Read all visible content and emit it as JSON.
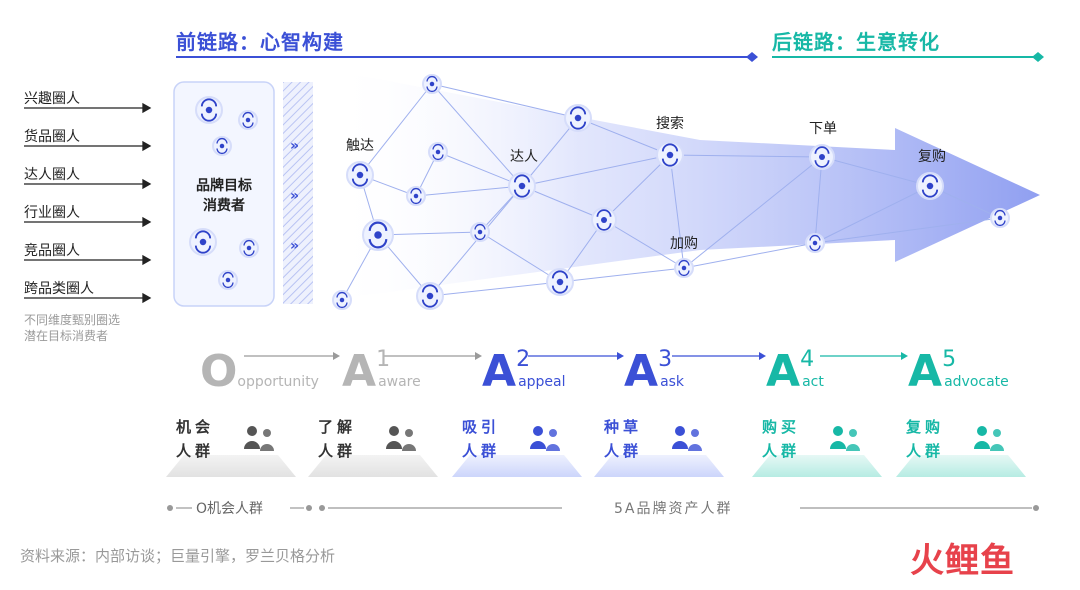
{
  "header": {
    "front_chain": "前链路：心智构建",
    "back_chain": "后链路：生意转化"
  },
  "sources": [
    "兴趣圈人",
    "货品圈人",
    "达人圈人",
    "行业圈人",
    "竞品圈人",
    "跨品类圈人"
  ],
  "source_note": [
    "不同维度甄别圈选",
    "潜在目标消费者"
  ],
  "target_box": [
    "品牌目标",
    "消费者"
  ],
  "network_labels": {
    "reach": "触达",
    "influencer": "达人",
    "search": "搜索",
    "add_cart": "加购",
    "order": "下单",
    "repurchase": "复购"
  },
  "stages": [
    {
      "letter": "O",
      "sup": "",
      "sub": "opportunity",
      "color": "#b5b5b5"
    },
    {
      "letter": "A",
      "sup": "1",
      "sub": "aware",
      "color": "#b5b5b5"
    },
    {
      "letter": "A",
      "sup": "2",
      "sub": "appeal",
      "color": "#3b50d6"
    },
    {
      "letter": "A",
      "sup": "3",
      "sub": "ask",
      "color": "#3b50d6"
    },
    {
      "letter": "A",
      "sup": "4",
      "sub": "act",
      "color": "#17b8a6"
    },
    {
      "letter": "A",
      "sup": "5",
      "sub": "advocate",
      "color": "#17b8a6"
    }
  ],
  "groups": [
    {
      "line1": "机会",
      "line2": "人群",
      "color": "#333333"
    },
    {
      "line1": "了解",
      "line2": "人群",
      "color": "#333333"
    },
    {
      "line1": "吸引",
      "line2": "人群",
      "color": "#3b50d6"
    },
    {
      "line1": "种草",
      "line2": "人群",
      "color": "#3b50d6"
    },
    {
      "line1": "购买",
      "line2": "人群",
      "color": "#17b8a6"
    },
    {
      "line1": "复购",
      "line2": "人群",
      "color": "#17b8a6"
    }
  ],
  "bottom": {
    "o_group": "O机会人群",
    "asset_group": "5A品牌资产人群"
  },
  "footer": {
    "source": "资料来源：内部访谈；巨量引擎，罗兰贝格分析",
    "logo": "火鲤鱼"
  }
}
